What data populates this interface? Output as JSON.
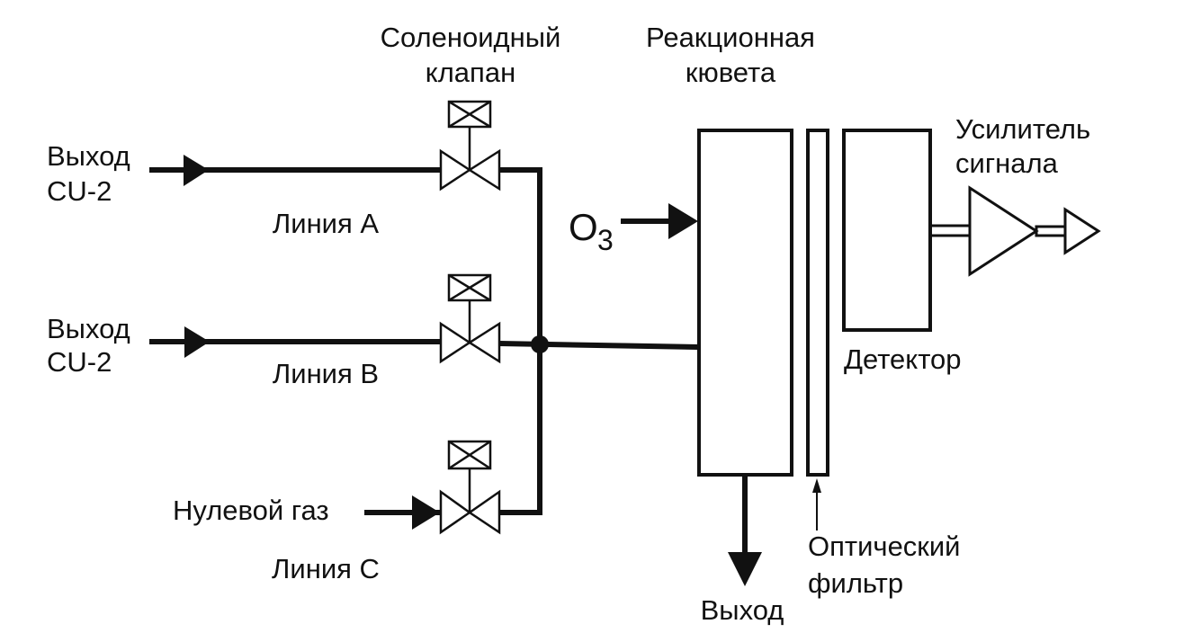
{
  "diagram": {
    "title": "",
    "labels": {
      "solenoid_valve_line1": "Соленоидный",
      "solenoid_valve_line2": "клапан",
      "reaction_cell_line1": "Реакционная",
      "reaction_cell_line2": "кювета",
      "amplifier_line1": "Усилитель",
      "amplifier_line2": "сигнала",
      "detector": "Детектор",
      "optical_filter_line1": "Оптический",
      "optical_filter_line2": "фильтр",
      "outlet": "Выход",
      "ozone_main": "O",
      "ozone_sub": "3"
    },
    "inputs": [
      {
        "id": "line-a",
        "source_line1": "Выход",
        "source_line2": "CU-2",
        "line_label": "Линия A"
      },
      {
        "id": "line-b",
        "source_line1": "Выход",
        "source_line2": "CU-2",
        "line_label": "Линия B"
      },
      {
        "id": "line-c",
        "source_line1": "Нулевой газ",
        "source_line2": "",
        "line_label": "Линия C"
      }
    ],
    "colors": {
      "stroke": "#111111",
      "background": "#ffffff"
    }
  }
}
